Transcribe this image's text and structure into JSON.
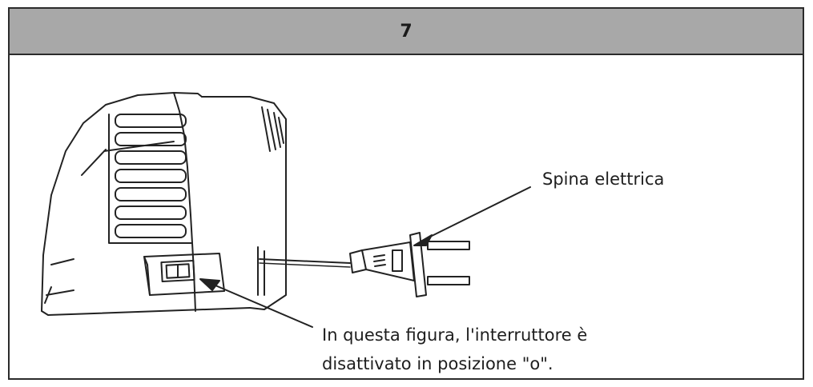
{
  "step": {
    "number": "7"
  },
  "labels": {
    "plug": "Spina elettrica",
    "switch_line1": "In questa figura, l'interruttore è",
    "switch_line2": "disattivato in posizione \"o\"."
  },
  "colors": {
    "header_bg": "#a8a8a8",
    "border": "#2b2b2b",
    "line_art": "#222222"
  }
}
